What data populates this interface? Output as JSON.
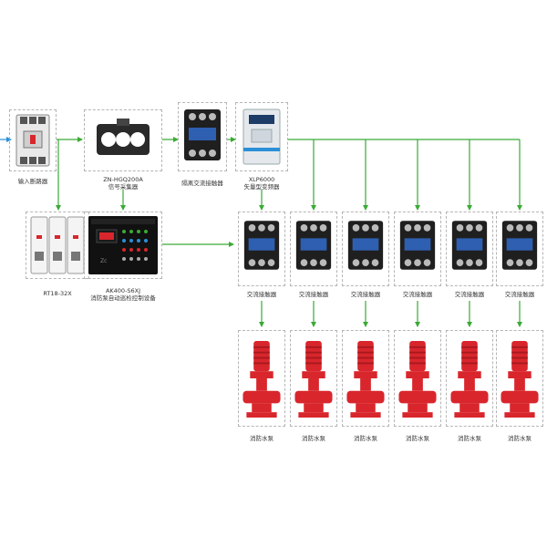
{
  "devices": {
    "breaker": {
      "label": "输入断路器"
    },
    "sampler": {
      "label_line1": "ZN-HGQ200A",
      "label_line2": "信号采集器"
    },
    "isolation_contactor": {
      "label": "隔离交流接触器"
    },
    "inverter": {
      "label_line1": "XLP6000",
      "label_line2": "矢量型变频器"
    },
    "fuse": {
      "label": "RT18-32X"
    },
    "controller": {
      "label_line1": "AK400-S6XJ",
      "label_line2": "消防泵自动巡检控制设备",
      "panel_title": "消防电气控制装置（消防泵自动巡检控制设备）"
    }
  },
  "contactors": [
    {
      "label": "交流接触器"
    },
    {
      "label": "交流接触器"
    },
    {
      "label": "交流接触器"
    },
    {
      "label": "交流接触器"
    },
    {
      "label": "交流接触器"
    },
    {
      "label": "交流接触器"
    }
  ],
  "pumps": [
    {
      "label": "消防水泵"
    },
    {
      "label": "消防水泵"
    },
    {
      "label": "消防水泵"
    },
    {
      "label": "消防水泵"
    },
    {
      "label": "消防水泵"
    },
    {
      "label": "消防水泵"
    }
  ],
  "colors": {
    "wire": "#3aaa35",
    "input_arrow": "#2b8fd6",
    "pump_red": "#d8262c",
    "box_border": "#b5b5b5"
  }
}
